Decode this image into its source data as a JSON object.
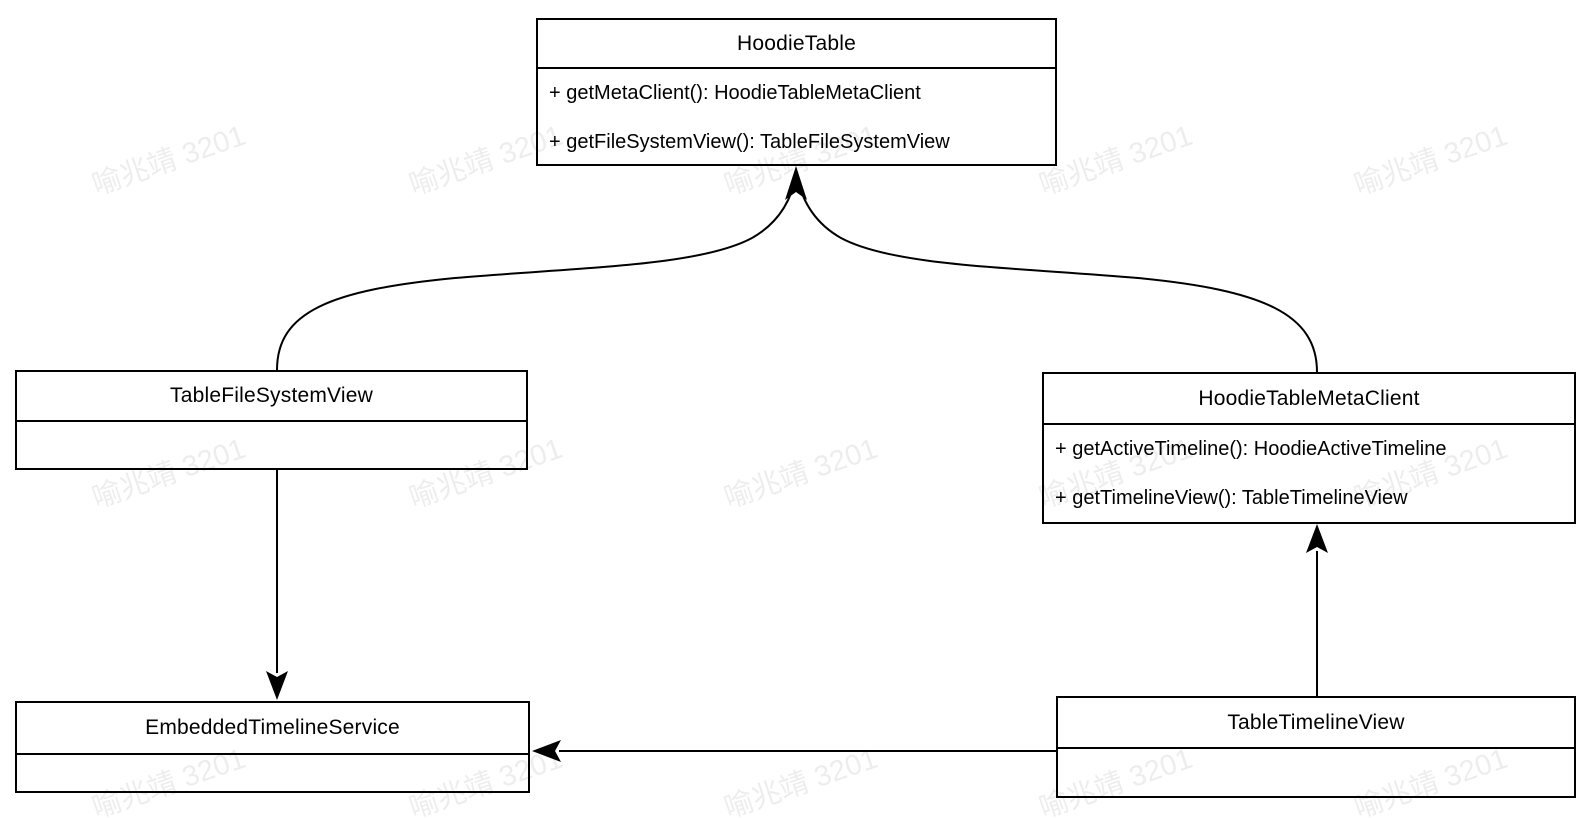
{
  "diagram": {
    "type": "uml-class-diagram",
    "classes": [
      {
        "name": "HoodieTable",
        "members": [
          "+ getMetaClient(): HoodieTableMetaClient",
          "+ getFileSystemView(): TableFileSystemView"
        ]
      },
      {
        "name": "TableFileSystemView",
        "members": []
      },
      {
        "name": "HoodieTableMetaClient",
        "members": [
          "+ getActiveTimeline(): HoodieActiveTimeline",
          "+ getTimelineView(): TableTimelineView"
        ]
      },
      {
        "name": "EmbeddedTimelineService",
        "members": []
      },
      {
        "name": "TableTimelineView",
        "members": []
      }
    ],
    "relations": [
      {
        "from": "TableFileSystemView",
        "to": "HoodieTable",
        "style": "curved-solid-arrow"
      },
      {
        "from": "HoodieTableMetaClient",
        "to": "HoodieTable",
        "style": "curved-solid-arrow"
      },
      {
        "from": "TableFileSystemView",
        "to": "EmbeddedTimelineService",
        "style": "straight-solid-arrow"
      },
      {
        "from": "TableTimelineView",
        "to": "EmbeddedTimelineService",
        "style": "straight-solid-arrow"
      },
      {
        "from": "TableTimelineView",
        "to": "HoodieTableMetaClient",
        "style": "straight-solid-arrow"
      }
    ],
    "watermark": {
      "text": "喻兆靖 3201"
    }
  },
  "colors": {
    "background": "#ffffff",
    "line": "#000000",
    "text": "#000000",
    "watermark": "rgba(0,0,0,0.07)"
  }
}
